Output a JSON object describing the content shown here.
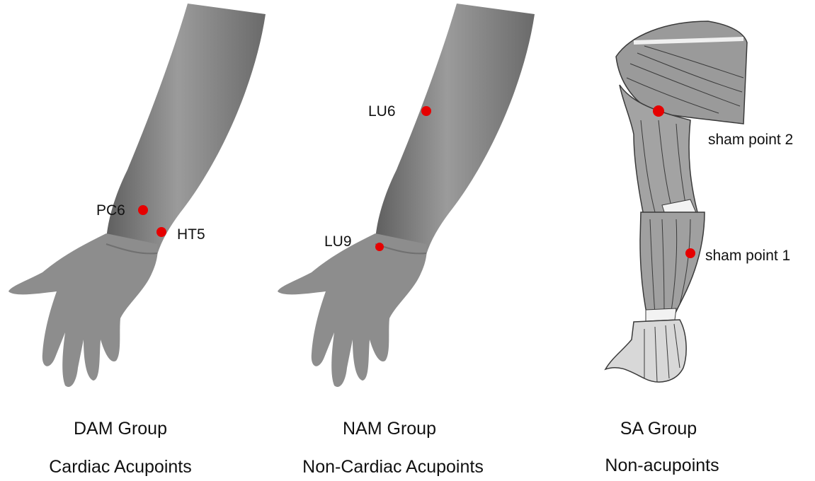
{
  "colors": {
    "skin": "#8c8c8c",
    "skin_dark": "#6e6e6e",
    "muscle_bg": "#9a9a9a",
    "point": "#e60000"
  },
  "panels": [
    {
      "group": "DAM Group",
      "subtitle": "Cardiac Acupoints",
      "points": [
        "PC6",
        "HT5"
      ]
    },
    {
      "group": "NAM Group",
      "subtitle": "Non-Cardiac Acupoints",
      "points": [
        "LU6",
        "LU9"
      ]
    },
    {
      "group": "SA Group",
      "subtitle": "Non-acupoints",
      "points": [
        "sham point 2",
        "sham point 1"
      ]
    }
  ]
}
